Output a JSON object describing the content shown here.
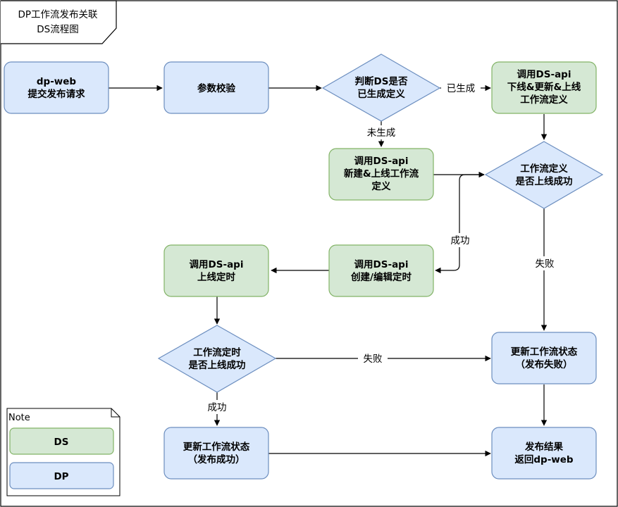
{
  "title": [
    "DP工作流发布关联",
    "DS流程图"
  ],
  "colors": {
    "dp_fill": "#dae8fc",
    "dp_stroke": "#6c8ebf",
    "ds_fill": "#d5e8d4",
    "ds_stroke": "#82b366"
  },
  "nodes": {
    "dp_web": [
      "dp-web",
      "提交发布请求"
    ],
    "param_check": [
      "参数校验"
    ],
    "judge_ds": [
      "判断DS是否",
      "已生成定义"
    ],
    "call_offline_update": [
      "调用DS-api",
      "下线&更新&上线",
      "工作流定义"
    ],
    "call_create_online": [
      "调用DS-api",
      "新建&上线工作流",
      "定义"
    ],
    "wf_online_success": [
      "工作流定义",
      "是否上线成功"
    ],
    "call_create_schedule": [
      "调用DS-api",
      "创建/编辑定时"
    ],
    "call_online_schedule": [
      "调用DS-api",
      "上线定时"
    ],
    "schedule_online_success": [
      "工作流定时",
      "是否上线成功"
    ],
    "update_status_fail": [
      "更新工作流状态",
      "（发布失败）"
    ],
    "update_status_success": [
      "更新工作流状态",
      "（发布成功）"
    ],
    "publish_result": [
      "发布结果",
      "返回dp-web"
    ]
  },
  "edge_labels": {
    "generated": "已生成",
    "not_generated": "未生成",
    "success_1": "成功",
    "fail_1": "失败",
    "fail_2": "失败",
    "success_2": "成功"
  },
  "legend": {
    "title": "Note",
    "ds": "DS",
    "dp": "DP"
  }
}
